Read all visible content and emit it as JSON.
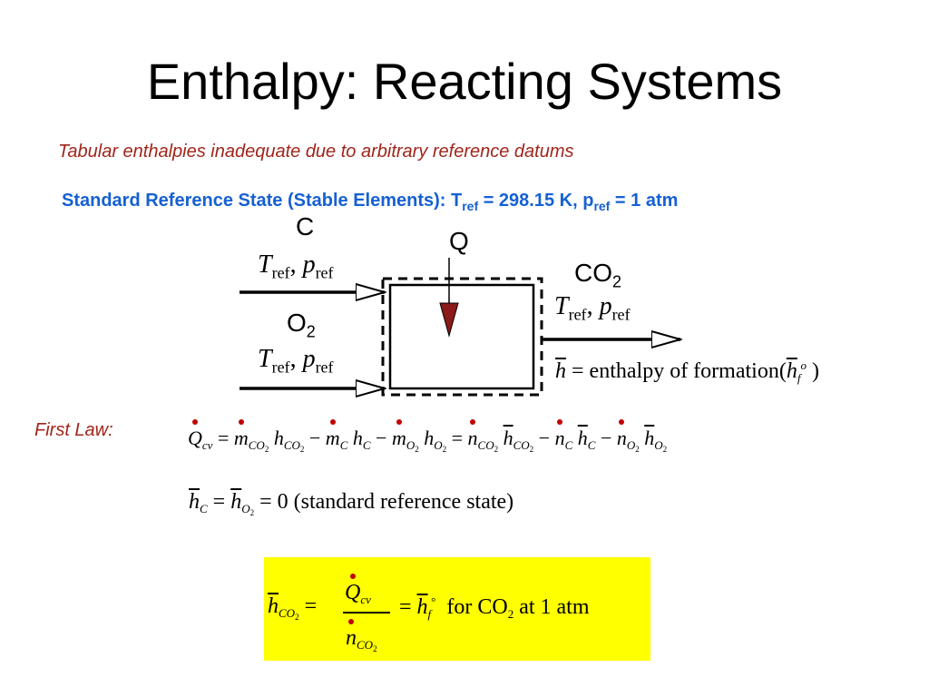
{
  "title": "Enthalpy:  Reacting Systems",
  "subtitle": "Tabular enthalpies inadequate due to arbitrary reference datums",
  "standard_reference": {
    "prefix": "Standard Reference State (Stable Elements):  T",
    "sub1": "ref",
    "mid": " = 298.15 K, p",
    "sub2": "ref",
    "suffix": " = 1 atm"
  },
  "diagram": {
    "c_label": "C",
    "o2_label": "O",
    "o2_sub": "2",
    "q_label": "Q",
    "co2_label": "CO",
    "co2_sub": "2",
    "t_symbol": "T",
    "p_symbol": "p",
    "ref_sub": "ref",
    "comma": ", ",
    "enthalpy_text": "enthalpy of formation",
    "h_symbol": "h"
  },
  "first_law_label": "First Law:",
  "reference_state_text": "0 (standard reference state)",
  "result_text": "for CO",
  "result_sub": "2",
  "result_tail": " at 1 atm",
  "colors": {
    "title": "#000000",
    "subtitle": "#a0251b",
    "standard_reference": "#1560d4",
    "arrow_q": "#8b1a1a",
    "dot": "#c00000",
    "highlight": "#ffff00"
  }
}
